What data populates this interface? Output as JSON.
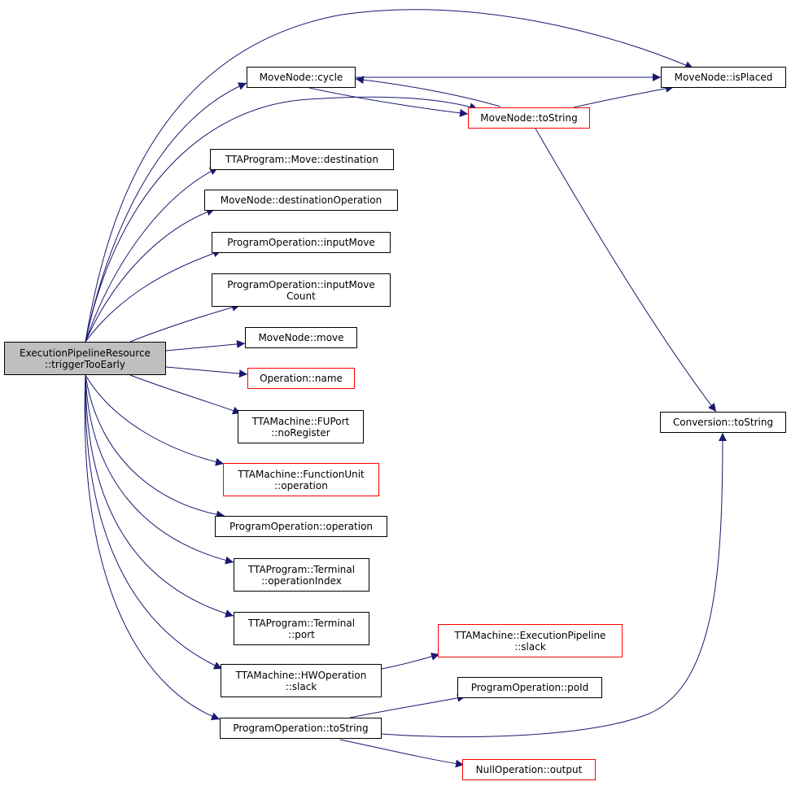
{
  "graph": {
    "edge_color": "#191970",
    "root_fill": "#bfbfbf",
    "truncated_border_color": "#ff0000",
    "nodes": {
      "root": {
        "lines": [
          "ExecutionPipelineResource",
          "::triggerTooEarly"
        ]
      },
      "cycle": {
        "lines": [
          "MoveNode::cycle"
        ]
      },
      "destination": {
        "lines": [
          "TTAProgram::Move::destination"
        ]
      },
      "destinationOperation": {
        "lines": [
          "MoveNode::destinationOperation"
        ]
      },
      "inputMove": {
        "lines": [
          "ProgramOperation::inputMove"
        ]
      },
      "inputMoveCount": {
        "lines": [
          "ProgramOperation::inputMove",
          "Count"
        ]
      },
      "move": {
        "lines": [
          "MoveNode::move"
        ]
      },
      "opName": {
        "lines": [
          "Operation::name"
        ]
      },
      "noRegister": {
        "lines": [
          "TTAMachine::FUPort",
          "::noRegister"
        ]
      },
      "fuOperation": {
        "lines": [
          "TTAMachine::FunctionUnit",
          "::operation"
        ]
      },
      "poOperation": {
        "lines": [
          "ProgramOperation::operation"
        ]
      },
      "operationIndex": {
        "lines": [
          "TTAProgram::Terminal",
          "::operationIndex"
        ]
      },
      "port": {
        "lines": [
          "TTAProgram::Terminal",
          "::port"
        ]
      },
      "hwSlack": {
        "lines": [
          "TTAMachine::HWOperation",
          "::slack"
        ]
      },
      "poToString": {
        "lines": [
          "ProgramOperation::toString"
        ]
      },
      "isPlaced": {
        "lines": [
          "MoveNode::isPlaced"
        ]
      },
      "mnToString": {
        "lines": [
          "MoveNode::toString"
        ]
      },
      "convToString": {
        "lines": [
          "Conversion::toString"
        ]
      },
      "epSlack": {
        "lines": [
          "TTAMachine::ExecutionPipeline",
          "::slack"
        ]
      },
      "poId": {
        "lines": [
          "ProgramOperation::poId"
        ]
      },
      "nullOutput": {
        "lines": [
          "NullOperation::output"
        ]
      }
    }
  }
}
